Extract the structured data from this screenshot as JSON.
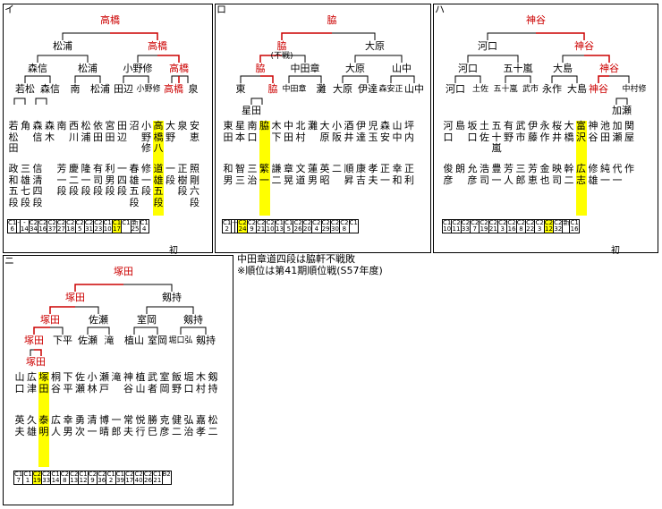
{
  "notes": [
    "中田章道四段は脇軒不戦敗",
    "※順位は第41期順位戦(S57年度)"
  ],
  "panels": [
    {
      "label": "イ",
      "champion": "高橋",
      "sf": [
        "松浦",
        "高橋"
      ],
      "qf": [
        "森信",
        "松浦",
        "小野修",
        "高橋"
      ],
      "r16": [
        "若松",
        "森信",
        "南",
        "松浦",
        "田辺",
        "小野修",
        "高橋",
        "泉"
      ],
      "players": [
        "若松田",
        "角",
        "森信",
        "森木",
        "南",
        "西川",
        "松浦",
        "依田",
        "宮田",
        "田辺",
        "沼",
        "小野修",
        "高橋八",
        "大野",
        "泉",
        "安恵"
      ],
      "players2": [
        "政和五段",
        "三雄七段",
        "信清四段",
        "",
        "芳一段",
        "慶二段",
        "隆一段",
        "有司段",
        "利男段",
        "一四段",
        "春雄五段",
        "修一段",
        "道雄五段",
        "一段",
        "正樹段",
        "照剛六段"
      ],
      "ranks": [
        "C1",
        "-",
        "-",
        "C2",
        "C2",
        "C2",
        "C2",
        "C2",
        "C2",
        "C2",
        "C2",
        "C1",
        "C1",
        "C1",
        "新",
        "C1"
      ],
      "nums": [
        "6",
        "",
        "14",
        "34",
        "16",
        "37",
        "27",
        "18",
        "5",
        "31",
        "23",
        "10",
        "17",
        "",
        "25",
        "4"
      ],
      "hl": 12,
      "foot": "初"
    },
    {
      "label": "ロ",
      "champion": "脇",
      "sf": [
        "脇",
        "大原"
      ],
      "sfnote": "(不戦)",
      "qf": [
        "脇",
        "中田章",
        "大原",
        "山中"
      ],
      "r16": [
        "東",
        "脇",
        "中田章",
        "灘",
        "大原",
        "伊達",
        "森安正",
        "山中"
      ],
      "r32": [
        "星田"
      ],
      "players": [
        "東田",
        "星本",
        "南口",
        "脇",
        "木下",
        "中田",
        "北村",
        "灘",
        "大原",
        "小阪",
        "酒井",
        "伊達",
        "児玉",
        "森安",
        "山中",
        "坪内"
      ],
      "players2": [
        "和男",
        "智三",
        "三治",
        "繁一",
        "謙二",
        "章晃",
        "文道",
        "蓮男",
        "英昭",
        "二",
        "順昇",
        "康吉",
        "孝夫",
        "正一",
        "幸和",
        "正利"
      ],
      "ranks": [
        "C1",
        "-",
        "-",
        "C2",
        "C2",
        "C2",
        "C2",
        "C1",
        "C1",
        "C2",
        "C2",
        "C2",
        "C2",
        "C2",
        "C2",
        "C1"
      ],
      "nums": [
        "2",
        "",
        "",
        "24",
        "9",
        "21",
        "10",
        "13",
        "5",
        "26",
        "20",
        "4",
        "29",
        "30",
        "8",
        ""
      ],
      "hl": 3
    },
    {
      "label": "ハ",
      "champion": "神谷",
      "sf": [
        "河口",
        "神谷"
      ],
      "qf": [
        "河口",
        "五十嵐",
        "大島",
        "神谷"
      ],
      "r16": [
        "河口",
        "土佐",
        "五十嵐",
        "武市",
        "永作",
        "大島",
        "神谷",
        "中村修"
      ],
      "r32": [
        "加瀬"
      ],
      "players": [
        "河口",
        "島",
        "坂口",
        "土佐",
        "五十嵐",
        "有野",
        "武市",
        "伊藤",
        "永作",
        "桜井",
        "大橋",
        "富沢",
        "神谷",
        "池田",
        "加瀬",
        "関屋",
        "中村"
      ],
      "players2": [
        "俊彦",
        "朗",
        "允彦",
        "浩司",
        "豊一",
        "芳人",
        "三郎",
        "芳恵",
        "金也",
        "映司",
        "幹二",
        "広志",
        "修雄",
        "純一",
        "代一",
        "作",
        "修"
      ],
      "ranks": [
        "C1",
        "C2",
        "C2",
        "C2",
        "C2",
        "C2",
        "C2",
        "C2",
        "C2",
        "C2",
        "C2",
        "C2",
        "C2",
        "新",
        "C1"
      ],
      "nums": [
        "10",
        "11",
        "33",
        "7",
        "19",
        "21",
        "3",
        "16",
        "8",
        "22",
        "3",
        "12",
        "32",
        "",
        "16"
      ],
      "hl": 11,
      "foot": "初"
    },
    {
      "label": "ニ",
      "champion": "塚田",
      "sf": [
        "塚田",
        "剱持"
      ],
      "qf": [
        "塚田",
        "佐瀬",
        "室岡",
        "剱持"
      ],
      "r16": [
        "塚田",
        "下平",
        "佐瀬",
        "滝",
        "植山",
        "室岡",
        "堀口弘",
        "剱持"
      ],
      "r32": [
        "塚田"
      ],
      "players": [
        "山口",
        "広津",
        "塚田",
        "桐谷",
        "下平",
        "佐瀬",
        "小林",
        "瀬戸",
        "滝",
        "神谷",
        "植山",
        "武者",
        "室岡",
        "飯野",
        "堀口",
        "木村",
        "剱持"
      ],
      "players2": [
        "英夫",
        "久雄",
        "泰明",
        "広人",
        "幸男",
        "勇次",
        "清一",
        "博晴",
        "一郎",
        "常夫",
        "悦行",
        "勝巳",
        "克彦",
        "健二",
        "弘治",
        "嘉孝",
        "松二"
      ],
      "ranks": [
        "C1",
        "C1",
        "C2",
        "C2",
        "C1",
        "C2",
        "C2",
        "C1",
        "C2",
        "C2",
        "C1",
        "C1",
        "C2",
        "C2",
        "C2",
        "C1",
        "B2"
      ],
      "nums": [
        "7",
        "1",
        "19",
        "33",
        "14",
        "8",
        "13",
        "12",
        "9",
        "36",
        "2",
        "39",
        "17",
        "40",
        "26",
        "21"
      ],
      "hl": 2
    }
  ]
}
